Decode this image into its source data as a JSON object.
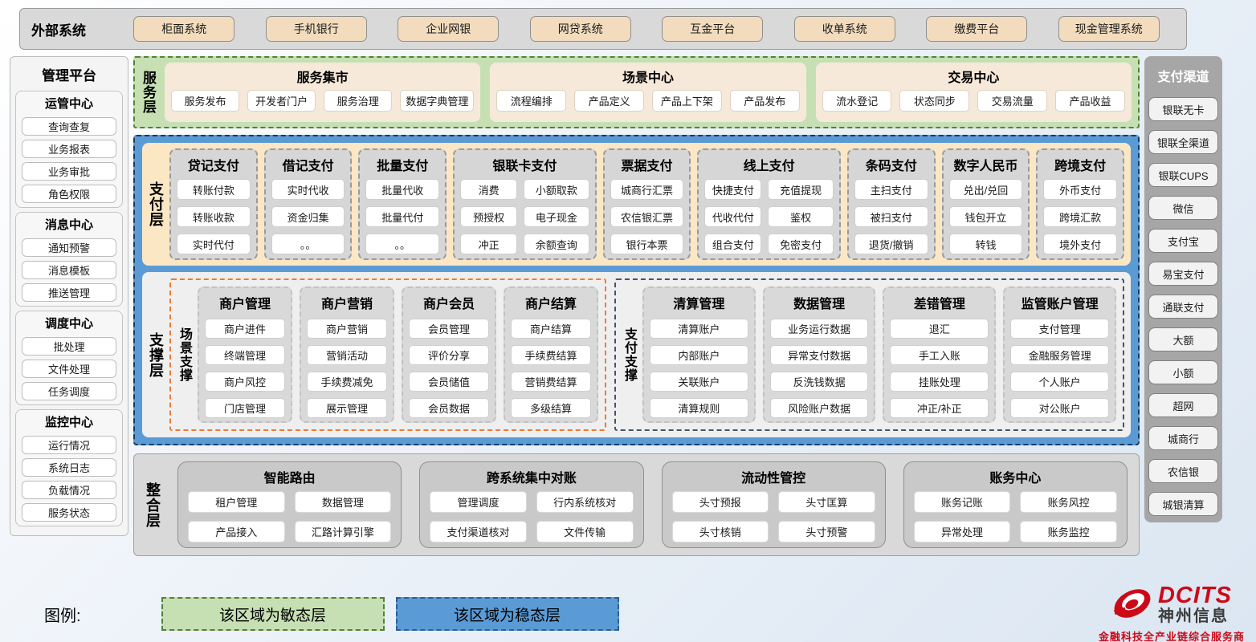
{
  "external_systems": {
    "label": "外部系统",
    "items": [
      "柜面系统",
      "手机银行",
      "企业网银",
      "网贷系统",
      "互金平台",
      "收单系统",
      "缴费平台",
      "现金管理系统"
    ]
  },
  "management_platform": {
    "title": "管理平台",
    "groups": [
      {
        "title": "运管中心",
        "items": [
          "查询查复",
          "业务报表",
          "业务审批",
          "角色权限"
        ]
      },
      {
        "title": "消息中心",
        "items": [
          "通知预警",
          "消息模板",
          "推送管理"
        ]
      },
      {
        "title": "调度中心",
        "items": [
          "批处理",
          "文件处理",
          "任务调度"
        ]
      },
      {
        "title": "监控中心",
        "items": [
          "运行情况",
          "系统日志",
          "负载情况",
          "服务状态"
        ]
      }
    ]
  },
  "service_layer": {
    "label": "服务层",
    "groups": [
      {
        "title": "服务集市",
        "items": [
          "服务发布",
          "开发者门户",
          "服务治理",
          "数据字典管理"
        ]
      },
      {
        "title": "场景中心",
        "items": [
          "流程编排",
          "产品定义",
          "产品上下架",
          "产品发布"
        ]
      },
      {
        "title": "交易中心",
        "items": [
          "流水登记",
          "状态同步",
          "交易流量",
          "产品收益"
        ]
      }
    ]
  },
  "payment_layer": {
    "label": "支付层",
    "columns": [
      {
        "title": "贷记支付",
        "cols": 1,
        "items": [
          "转账付款",
          "转账收款",
          "实时代付"
        ]
      },
      {
        "title": "借记支付",
        "cols": 1,
        "items": [
          "实时代收",
          "资金归集",
          "。。"
        ]
      },
      {
        "title": "批量支付",
        "cols": 1,
        "items": [
          "批量代收",
          "批量代付",
          "。。"
        ]
      },
      {
        "title": "银联卡支付",
        "cols": 2,
        "items": [
          "消费",
          "小额取款",
          "预授权",
          "电子现金",
          "冲正",
          "余额查询"
        ]
      },
      {
        "title": "票据支付",
        "cols": 1,
        "items": [
          "城商行汇票",
          "农信银汇票",
          "银行本票"
        ]
      },
      {
        "title": "线上支付",
        "cols": 2,
        "items": [
          "快捷支付",
          "充值提现",
          "代收代付",
          "鉴权",
          "组合支付",
          "免密支付"
        ]
      },
      {
        "title": "条码支付",
        "cols": 1,
        "items": [
          "主扫支付",
          "被扫支付",
          "退货/撤销"
        ]
      },
      {
        "title": "数字人民币",
        "cols": 1,
        "items": [
          "兑出/兑回",
          "钱包开立",
          "转钱"
        ]
      },
      {
        "title": "跨境支付",
        "cols": 1,
        "items": [
          "外币支付",
          "跨境汇款",
          "境外支付"
        ]
      }
    ]
  },
  "support_layer": {
    "label": "支撑层",
    "areas": [
      {
        "name": "场景支撑",
        "accent": "#ed7d31",
        "columns": [
          {
            "title": "商户管理",
            "items": [
              "商户进件",
              "终端管理",
              "商户风控",
              "门店管理"
            ]
          },
          {
            "title": "商户营销",
            "items": [
              "商户营销",
              "营销活动",
              "手续费减免",
              "展示管理"
            ]
          },
          {
            "title": "商户会员",
            "items": [
              "会员管理",
              "评价分享",
              "会员储值",
              "会员数据"
            ]
          },
          {
            "title": "商户结算",
            "items": [
              "商户结算",
              "手续费结算",
              "营销费结算",
              "多级结算"
            ]
          }
        ]
      },
      {
        "name": "支付支撑",
        "accent": "#44546a",
        "columns": [
          {
            "title": "清算管理",
            "items": [
              "清算账户",
              "内部账户",
              "关联账户",
              "清算规则"
            ]
          },
          {
            "title": "数据管理",
            "items": [
              "业务运行数据",
              "异常支付数据",
              "反洗钱数据",
              "风险账户数据"
            ]
          },
          {
            "title": "差错管理",
            "items": [
              "退汇",
              "手工入账",
              "挂账处理",
              "冲正/补正"
            ]
          },
          {
            "title": "监管账户管理",
            "items": [
              "支付管理",
              "金融服务管理",
              "个人账户",
              "对公账户"
            ]
          }
        ]
      }
    ]
  },
  "integration_layer": {
    "label": "整合层",
    "groups": [
      {
        "title": "智能路由",
        "items": [
          "租户管理",
          "数据管理",
          "产品接入",
          "汇路计算引擎"
        ]
      },
      {
        "title": "跨系统集中对账",
        "items": [
          "管理调度",
          "行内系统核对",
          "支付渠道核对",
          "文件传输"
        ]
      },
      {
        "title": "流动性管控",
        "items": [
          "头寸预报",
          "头寸匡算",
          "头寸核销",
          "头寸预警"
        ]
      },
      {
        "title": "账务中心",
        "items": [
          "账务记账",
          "账务风控",
          "异常处理",
          "账务监控"
        ]
      }
    ]
  },
  "payment_channels": {
    "title": "支付渠道",
    "items": [
      "银联无卡",
      "银联全渠道",
      "银联CUPS",
      "微信",
      "支付宝",
      "易宝支付",
      "通联支付",
      "大额",
      "小额",
      "超网",
      "城商行",
      "农信银",
      "城银清算"
    ]
  },
  "legend": {
    "label": "图例:",
    "items": [
      {
        "text": "该区域为敏态层",
        "type": "agile"
      },
      {
        "text": "该区域为稳态层",
        "type": "stable"
      }
    ]
  },
  "logo": {
    "brand": "DCITS",
    "name": "神州信息",
    "tagline": "金融科技全产业链综合服务商"
  },
  "colors": {
    "agile_layer_green": "#c6e0b4",
    "stable_layer_blue": "#5b9bd5",
    "payment_panel_cream": "#fce7c4",
    "service_group_tan": "#f6e9da",
    "external_button_tan": "#f2dcbd",
    "scene_support_accent": "#ed7d31",
    "payment_support_accent": "#44546a",
    "brand_red": "#cc0a17"
  }
}
